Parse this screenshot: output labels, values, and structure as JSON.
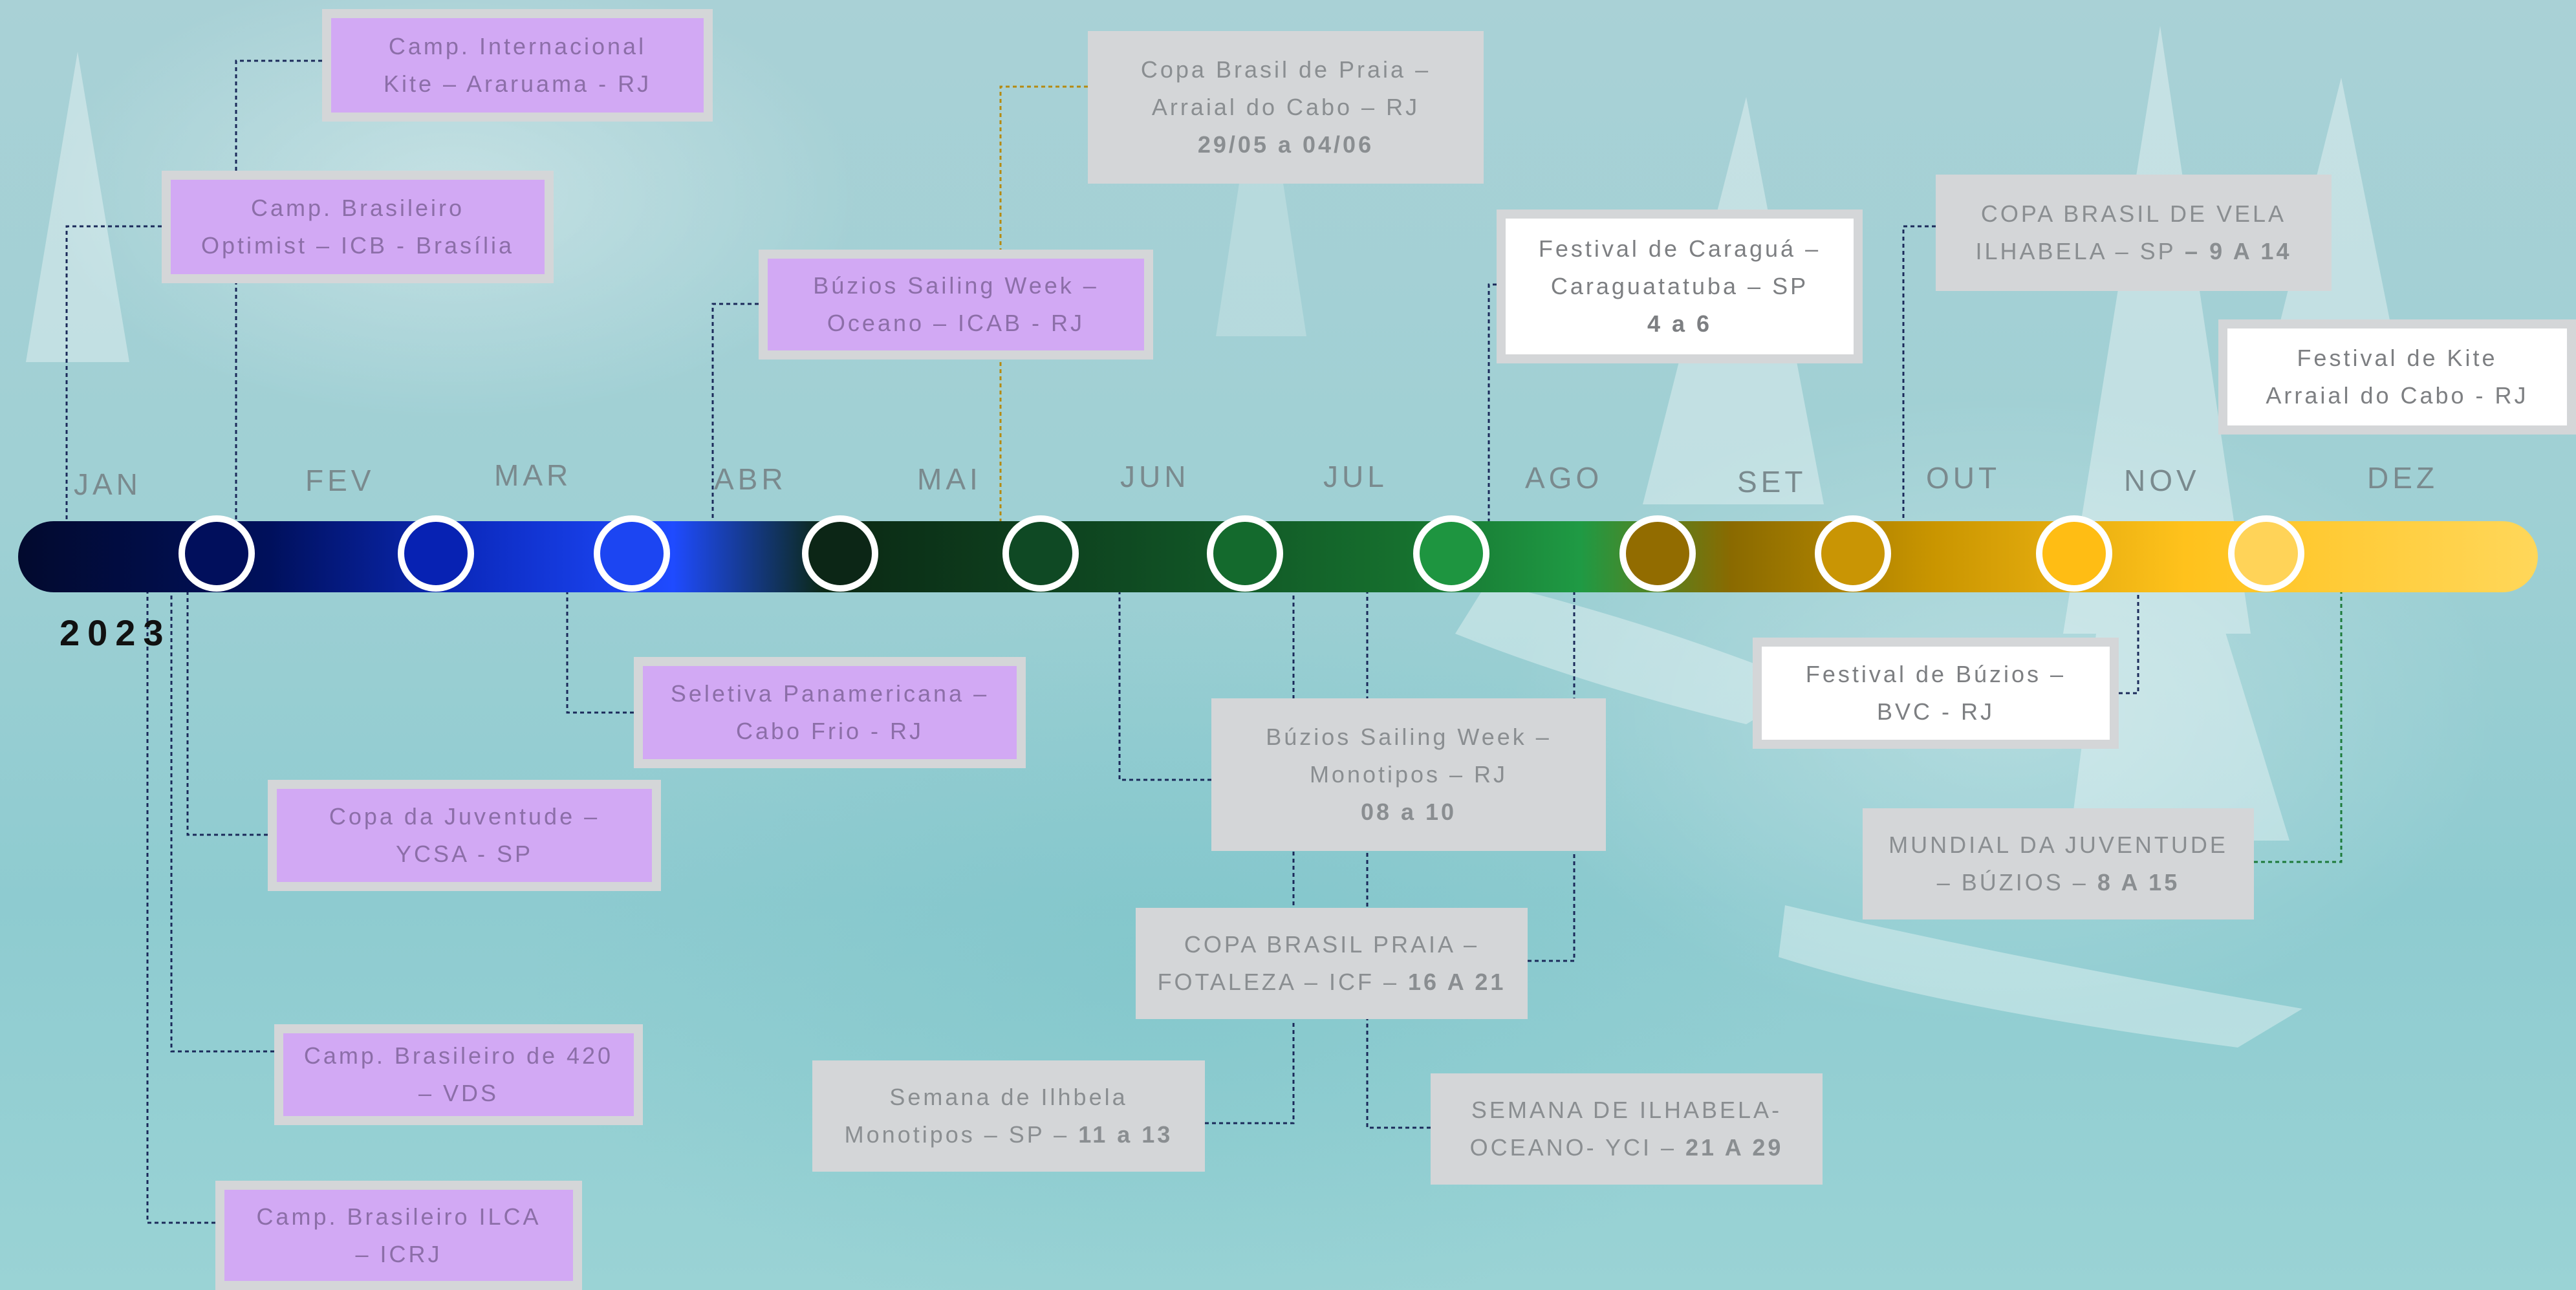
{
  "year": "2023",
  "months": [
    "JAN",
    "FEV",
    "MAR",
    "ABR",
    "MAI",
    "JUN",
    "JUL",
    "AGO",
    "SET",
    "OUT",
    "NOV",
    "DEZ"
  ],
  "events": [
    {
      "id": "e1",
      "style": "purple",
      "lines": [
        "Camp. Internacional",
        "Kite – Araruama - RJ"
      ]
    },
    {
      "id": "e2",
      "style": "purple",
      "lines": [
        "Camp. Brasileiro",
        "Optimist – ICB - Brasília"
      ]
    },
    {
      "id": "e3",
      "style": "plain",
      "lines": [
        "Copa Brasil de Praia –",
        "Arraial do Cabo – RJ"
      ],
      "dates": "29/05 a 04/06"
    },
    {
      "id": "e4",
      "style": "purple",
      "lines": [
        "Búzios Sailing Week –",
        "Oceano – ICAB - RJ"
      ]
    },
    {
      "id": "e5",
      "style": "white",
      "lines": [
        "Festival de Caraguá –",
        "Caraguatatuba – SP"
      ],
      "dates": "4 a 6"
    },
    {
      "id": "e6",
      "style": "plain",
      "lines": [
        "COPA BRASIL DE VELA",
        "ILHABELA – SP"
      ],
      "dates": "– 9 A 14"
    },
    {
      "id": "e7",
      "style": "white",
      "lines": [
        "Festival de Kite",
        "Arraial do Cabo - RJ"
      ]
    },
    {
      "id": "e8",
      "style": "purple",
      "lines": [
        "Seletiva Panamericana –",
        "Cabo Frio - RJ"
      ]
    },
    {
      "id": "e9",
      "style": "purple",
      "lines": [
        "Copa da Juventude –",
        "YCSA - SP"
      ]
    },
    {
      "id": "e10",
      "style": "plain",
      "lines": [
        "Búzios Sailing Week –",
        "Monotipos – RJ"
      ],
      "dates": "08 a 10"
    },
    {
      "id": "e11",
      "style": "white",
      "lines": [
        "Festival de Búzios –",
        "BVC - RJ"
      ]
    },
    {
      "id": "e12",
      "style": "plain",
      "lines": [
        "MUNDIAL DA JUVENTUDE",
        "– BÚZIOS –"
      ],
      "dates": "8 A 15"
    },
    {
      "id": "e13",
      "style": "plain",
      "lines": [
        "COPA BRASIL PRAIA –",
        "FOTALEZA – ICF –"
      ],
      "dates": "16 A 21"
    },
    {
      "id": "e14",
      "style": "purple",
      "lines": [
        "Camp. Brasileiro de 420",
        "– VDS"
      ]
    },
    {
      "id": "e15",
      "style": "plain",
      "lines": [
        "Semana de Ilhbela",
        "Monotipos – SP –"
      ],
      "dates": "11 a 13"
    },
    {
      "id": "e16",
      "style": "plain",
      "lines": [
        "SEMANA DE ILHABELA-",
        "OCEANO- YCI –"
      ],
      "dates": "21 A 29"
    },
    {
      "id": "e17",
      "style": "purple",
      "lines": [
        "Camp. Brasileiro ILCA",
        "– ICRJ"
      ]
    }
  ],
  "colors": {
    "bar": [
      "#020a2e",
      "#00105c",
      "#0c2bc0",
      "#1f4bff",
      "#0b2814",
      "#0f4a22",
      "#16702e",
      "#1f9a44",
      "#8a6a00",
      "#c99500",
      "#ffc21c",
      "#ffd75a"
    ],
    "card_purple": "#d2a9f4",
    "card_grey": "#d4d6d8",
    "connector_navy": "#1b2a5a",
    "connector_gold": "#b58a10",
    "connector_green": "#1d7a3a"
  }
}
